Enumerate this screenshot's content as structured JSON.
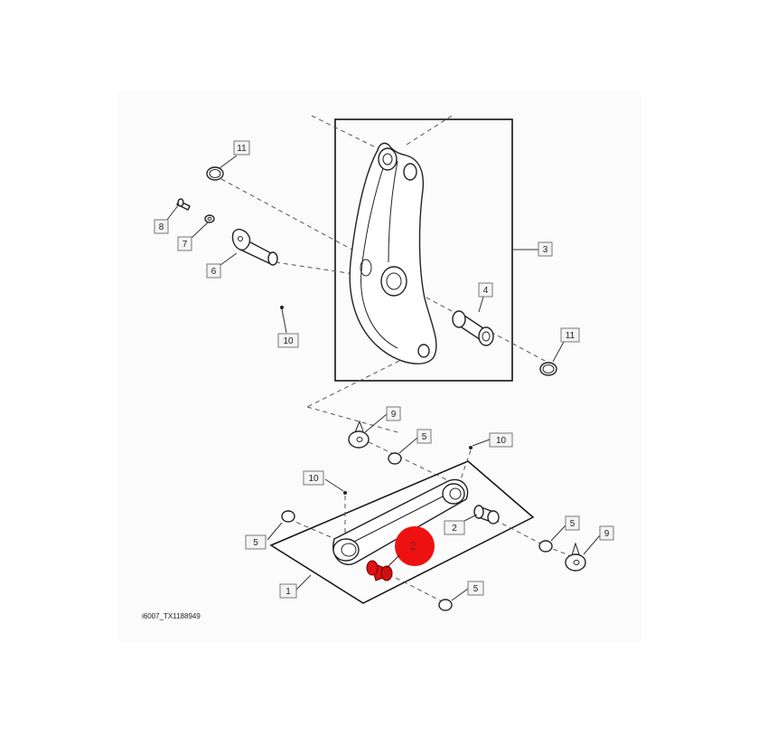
{
  "figure_id": "i6007_TX1188949",
  "callouts": {
    "c11a": "11",
    "c8": "8",
    "c7": "7",
    "c6": "6",
    "c10a": "10",
    "c3": "3",
    "c4": "4",
    "c11b": "11",
    "c9a": "9",
    "c5a": "5",
    "c10b": "10",
    "c10c": "10",
    "c2": "2",
    "c5b": "5",
    "c9b": "9",
    "c5c": "5",
    "c1": "1",
    "c5d": "5"
  },
  "highlight": {
    "label": "2",
    "color": "#ee1111"
  }
}
